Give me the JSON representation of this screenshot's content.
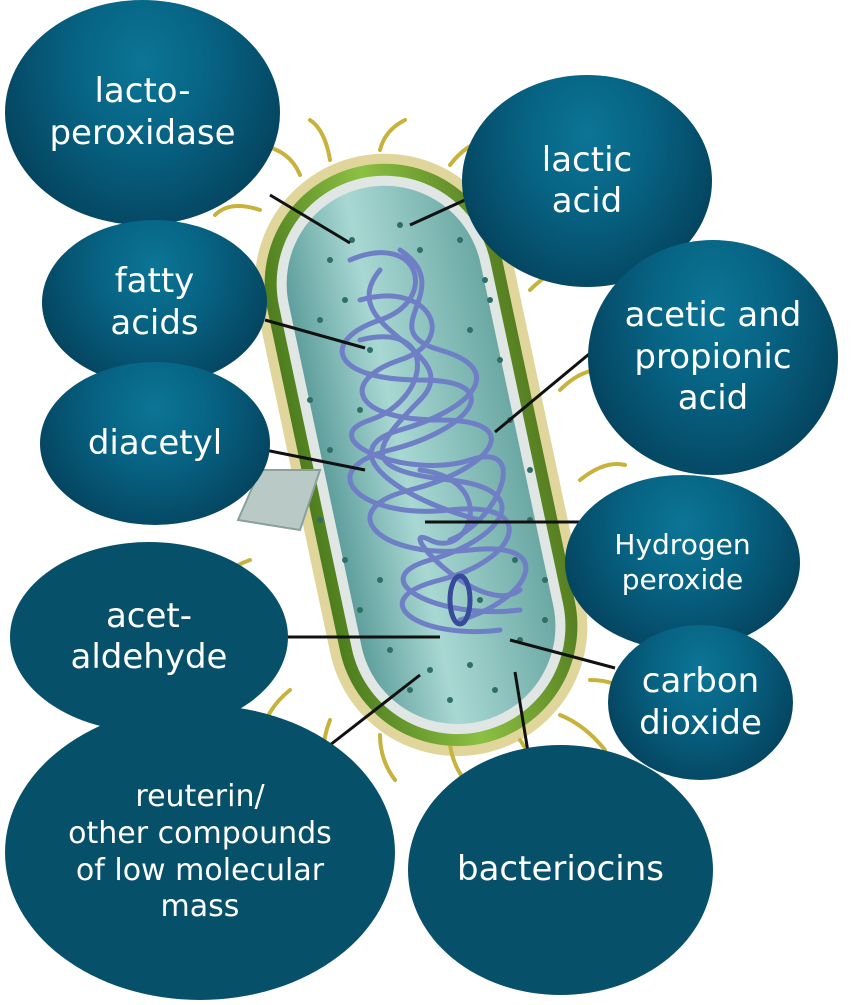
{
  "labels": {
    "lactoperoxidase": "lacto-\nperoxidase",
    "lactic_acid": "lactic\nacid",
    "fatty_acids": "fatty\nacids",
    "acetic_propionic": "acetic and\npropionic\nacid",
    "diacetyl": "diacetyl",
    "hydrogen_peroxide": "Hydrogen\nperoxide",
    "acetaldehyde": "acet-\naldehyde",
    "carbon_dioxide": "carbon\ndioxide",
    "reuterin": "reuterin/\nother compounds\nof low molecular\nmass",
    "bacteriocins": "bacteriocins"
  },
  "colors": {
    "bubble_dark": "#07506a",
    "bubble_light": "#0c7596",
    "cell_wall_green": "#6a9a2a",
    "cytoplasm": "#8fc7c4",
    "dna_strand": "#6f7fc6",
    "pili": "#c8b23c"
  }
}
